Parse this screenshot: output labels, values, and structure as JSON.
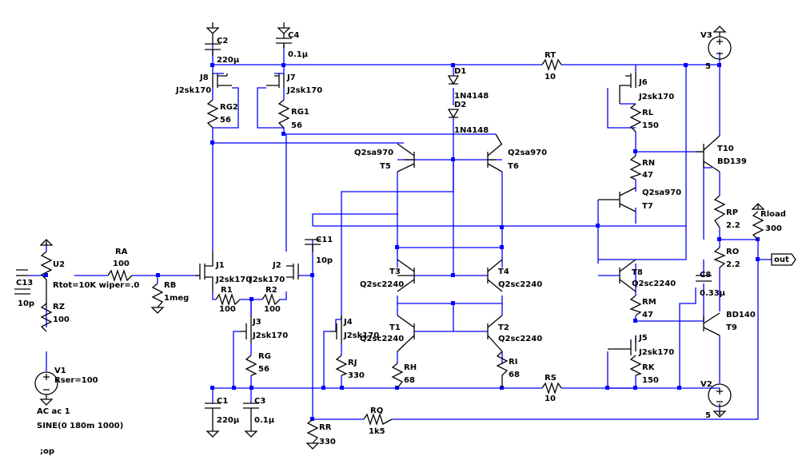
{
  "colors": {
    "wire": "#0000ff",
    "component": "#000000",
    "junction": "#0000ff",
    "background": "#ffffff"
  },
  "labels": {
    "C2": "C2",
    "C2v": "220µ",
    "C4": "C4",
    "C4v": "0.1µ",
    "J8": "J8",
    "J8t": "J2sk170",
    "J7": "J7",
    "J7t": "J2sk170",
    "RG2": "RG2",
    "RG2v": "56",
    "RG1": "RG1",
    "RG1v": "56",
    "D1": "D1",
    "D1t": "1N4148",
    "D2": "D2",
    "D2t": "1N4148",
    "RT": "RT",
    "RTv": "10",
    "V3": "V3",
    "V3v": "5",
    "J6": "J6",
    "J6t": "J2sk170",
    "RL": "RL",
    "RLv": "150",
    "T5t": "Q2sa970",
    "T5": "T5",
    "T6t": "Q2sa970",
    "T6": "T6",
    "T10": "T10",
    "T10t": "BD139",
    "RN": "RN",
    "RNv": "47",
    "T7t": "Q2sa970",
    "T7": "T7",
    "RP": "RP",
    "RPv": "2.2",
    "Rload": "Rload",
    "Rloadv": "300",
    "RO": "RO",
    "ROv": "2.2",
    "out": "out",
    "C11": "C11",
    "C11v": "10p",
    "U2": "U2",
    "U2t": "Rtot=10K wiper=.0",
    "C13": "C13",
    "C13v": "10p",
    "RA": "RA",
    "RAv": "100",
    "RB": "RB",
    "RBv": "1meg",
    "J1": "J1",
    "J1t": "J2sk170",
    "J2": "J2",
    "J2t": "J2sk170",
    "R1": "R1",
    "R1v": "100",
    "R2": "R2",
    "R2v": "100",
    "RZ": "RZ",
    "RZv": "100",
    "T3": "T3",
    "T3t": "Q2sc2240",
    "T4": "T4",
    "T4t": "Q2sc2240",
    "T8": "T8",
    "T8t": "Q2sc2240",
    "C8": "C8",
    "C8v": "0.33µ",
    "RM": "RM",
    "RMv": "47",
    "BD140": "BD140",
    "T9": "T9",
    "J3": "J3",
    "J3t": "J2sk170",
    "J4": "J4",
    "J4t": "J2sk170",
    "T1": "T1",
    "T1t": "Q2sc2240",
    "T2": "T2",
    "T2t": "Q2sc2240",
    "J5": "J5",
    "J5t": "J2sk170",
    "RG": "RG",
    "RGv": "56",
    "RJ": "RJ",
    "RJv": "330",
    "RH": "RH",
    "RHv": "68",
    "RI": "RI",
    "RIv": "68",
    "RK": "RK",
    "RKv": "150",
    "RS": "RS",
    "RSv": "10",
    "V1": "V1",
    "V1t": "Rser=100",
    "V1ac": "AC ac 1",
    "V1sine": "SINE(0 180m 1000)",
    "C1": "C1",
    "C1v": "220µ",
    "C3": "C3",
    "C3v": "0.1µ",
    "V2": "V2",
    "V2v": "5",
    "RQ": "RQ",
    "RQv": "1k5",
    "RR": "RR",
    "RRv": "330",
    "op": ";op"
  }
}
